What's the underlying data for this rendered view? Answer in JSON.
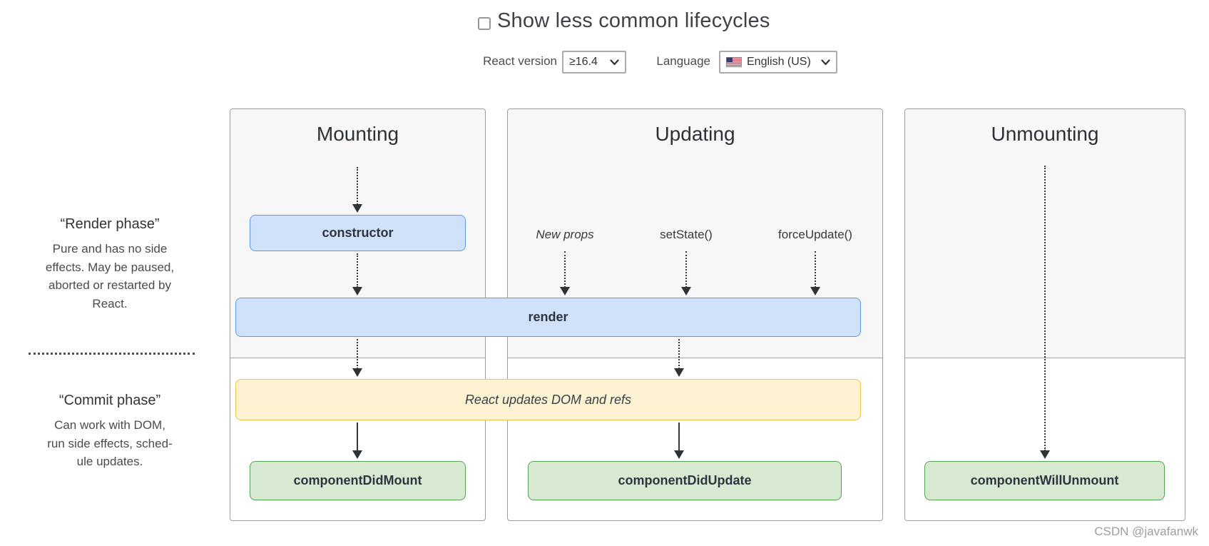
{
  "header": {
    "show_less_label": "Show less common lifecycles",
    "checkbox_checked": false,
    "react_version_label": "React version",
    "react_version_value": "≥16.4",
    "language_label": "Language",
    "language_value": "English (US)",
    "language_flag": "us-flag-icon"
  },
  "sidebar": {
    "render_phase": {
      "title": "“Render phase”",
      "description": "Pure and has no side\neffects. May be paused,\naborted or restarted by\nReact."
    },
    "commit_phase": {
      "title": "“Commit phase”",
      "description": "Can work with DOM,\nrun side effects, sched-\nule updates."
    }
  },
  "columns": [
    {
      "title": "Mounting"
    },
    {
      "title": "Updating"
    },
    {
      "title": "Unmounting"
    }
  ],
  "boxes": {
    "constructor": "constructor",
    "render": "render",
    "react_updates": "React updates DOM and refs",
    "component_did_mount": "componentDidMount",
    "component_did_update": "componentDidUpdate",
    "component_will_unmount": "componentWillUnmount"
  },
  "triggers": {
    "new_props": "New props",
    "set_state": "setState()",
    "force_update": "forceUpdate()"
  },
  "watermark": "CSDN @javafanwk",
  "colors": {
    "box_blue_fill": "#cfe2f9",
    "box_blue_border": "#5d9ce4",
    "box_yellow_fill": "#fdf2d1",
    "box_yellow_border": "#e9c64f",
    "box_green_fill": "#d8e9d2",
    "box_green_border": "#56a156",
    "panel_render_zone_bg": "#f7f7f8",
    "panel_border": "#9e9e9e",
    "arrow": "#2f3337",
    "watermark_text": "#9e9e9e"
  }
}
